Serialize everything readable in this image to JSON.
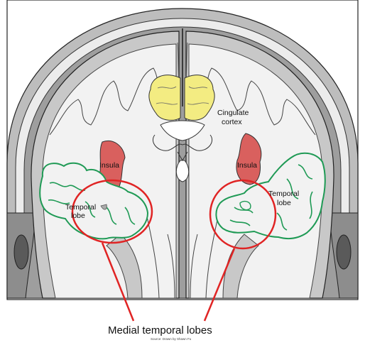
{
  "labels": {
    "cingulate_line1": "Cingulate",
    "cingulate_line2": "cortex",
    "insula_left": "Insula",
    "insula_right": "Insula",
    "temporal_left_line1": "Temporal",
    "temporal_left_line2": "lobe",
    "temporal_right_line1": "Temporal",
    "temporal_right_line2": "lobe"
  },
  "caption": "Medial temporal lobes",
  "source": "Source: Drawn by Shawn Fu",
  "colors": {
    "cingulate": "#f3ec82",
    "insula": "#d9605e",
    "temporal_outline": "#1f9a55",
    "highlight": "#e02424",
    "white_matter": "#f2f2f2",
    "gray_matter": "#c8c8c8",
    "skull": "#9a9a9a"
  }
}
